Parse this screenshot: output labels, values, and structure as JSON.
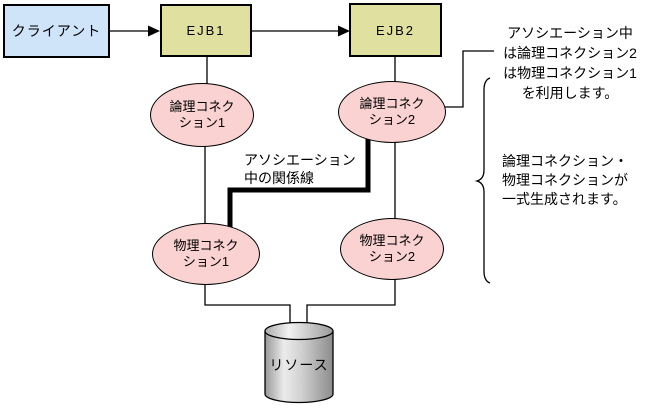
{
  "colors": {
    "client_fill": "#cfe3f9",
    "ejb_fill": "#e0e0a0",
    "ellipse_fill": "#fad2d2",
    "line": "#000000",
    "cylinder_light": "#ececec",
    "cylinder_dark": "#8c8c8c"
  },
  "nodes": {
    "client": {
      "label": "クライアント"
    },
    "ejb1": {
      "label": "EJB1"
    },
    "ejb2": {
      "label": "EJB2"
    },
    "logical_connection_1": {
      "line1": "論理コネク",
      "line2": "ション1"
    },
    "logical_connection_2": {
      "line1": "論理コネク",
      "line2": "ション2"
    },
    "physical_connection_1": {
      "line1": "物理コネク",
      "line2": "ション1"
    },
    "physical_connection_2": {
      "line1": "物理コネク",
      "line2": "ション2"
    },
    "resource": {
      "label": "リソース"
    }
  },
  "annotations": {
    "association_note": {
      "lines": [
        "アソシエーション中",
        "は論理コネクション2",
        "は物理コネクション1",
        "を利用します。"
      ]
    },
    "generation_note": {
      "lines": [
        "論理コネクション・",
        "物理コネクションが",
        "一式生成されます。"
      ]
    },
    "relation_line_label": {
      "lines": [
        "アソシエーション",
        "中の関係線"
      ]
    }
  }
}
